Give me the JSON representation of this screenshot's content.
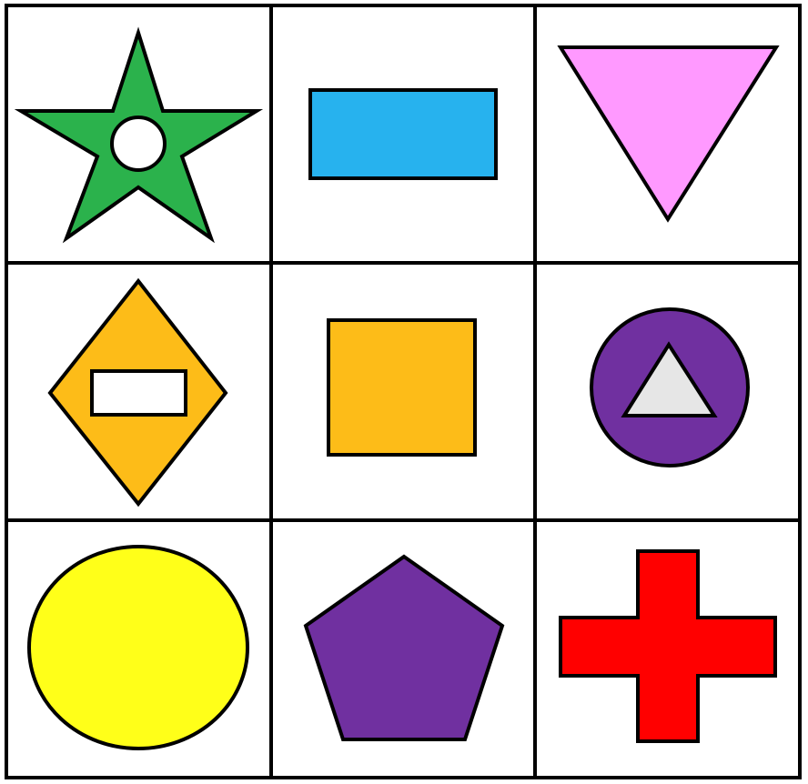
{
  "grid": {
    "rows": 3,
    "cols": 3,
    "cells": [
      {
        "shape": "star",
        "fill": "#2BB24C",
        "inner": {
          "shape": "circle",
          "fill": "#FFFFFF"
        }
      },
      {
        "shape": "rectangle",
        "fill": "#27B2EE"
      },
      {
        "shape": "triangle-down",
        "fill": "#FF99FF"
      },
      {
        "shape": "diamond",
        "fill": "#FDBC18",
        "inner": {
          "shape": "rectangle",
          "fill": "#FFFFFF"
        }
      },
      {
        "shape": "square",
        "fill": "#FDBC18"
      },
      {
        "shape": "circle",
        "fill": "#7030A0",
        "inner": {
          "shape": "triangle-up",
          "fill": "#E6E6E6"
        }
      },
      {
        "shape": "ellipse",
        "fill": "#FFFF19"
      },
      {
        "shape": "pentagon",
        "fill": "#7030A0"
      },
      {
        "shape": "cross",
        "fill": "#FF0000"
      }
    ]
  }
}
